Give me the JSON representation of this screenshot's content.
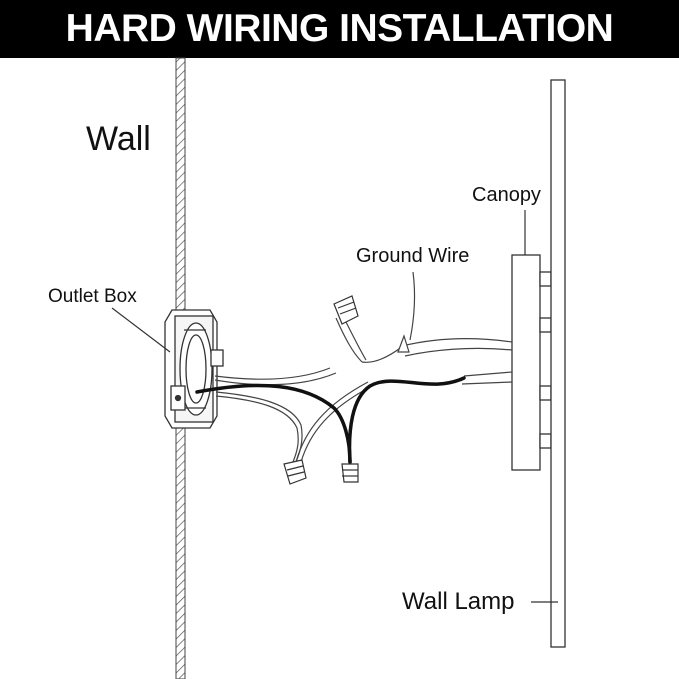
{
  "title": "HARD WIRING INSTALLATION",
  "labels": {
    "wall": "Wall",
    "outlet_box": "Outlet Box",
    "canopy": "Canopy",
    "ground_wire": "Ground Wire",
    "wall_lamp": "Wall Lamp"
  },
  "colors": {
    "banner_background": "#000000",
    "banner_text": "#ffffff",
    "line_art": "#333333",
    "black_wire": "#111111"
  }
}
